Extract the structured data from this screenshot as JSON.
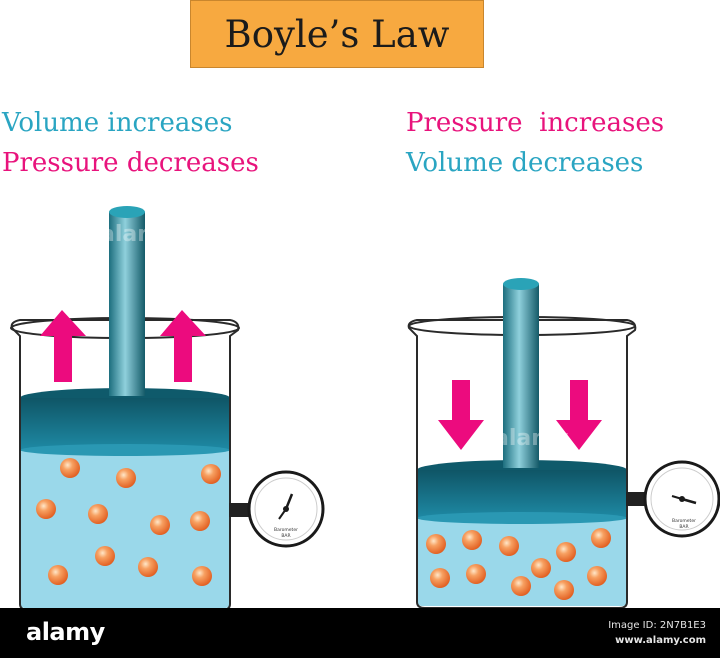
{
  "title": "Boyle’s Law",
  "left_panel": {
    "line1": "Volume increases",
    "line2": "Pressure decreases",
    "gauge_label_1": "Barometer",
    "gauge_label_2": "BAR"
  },
  "right_panel": {
    "line1": "Pressure  increases",
    "line2": "Volume decreases",
    "gauge_label_1": "Barometer",
    "gauge_label_2": "BAR"
  },
  "colors": {
    "volume_text": "#2aa5c2",
    "pressure_text": "#e8137c",
    "arrow": "#ec0b7e",
    "title_bg": "#f7a940",
    "liquid": "#9ad8ea",
    "piston": "#1a6f82",
    "particle": "#f08a3c"
  },
  "footer": {
    "logo": "alamy",
    "image_id": "Image ID: 2N7B1E3",
    "url": "www.alamy.com"
  },
  "watermark": "alamy"
}
